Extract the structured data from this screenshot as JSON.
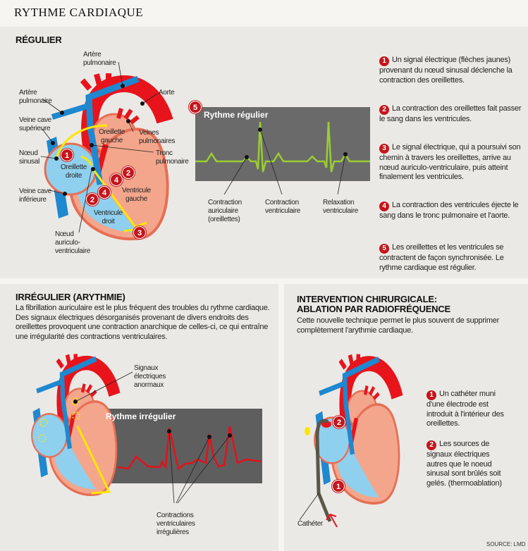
{
  "title": "RYTHME CARDIAQUE",
  "regular": {
    "heading": "RÉGULIER",
    "labels": {
      "artere_pulmonaire_top": "Artère\npulmonaire",
      "artere_pulmonaire_left": "Artère\npulmonaire",
      "aorte": "Aorte",
      "veine_cave_sup": "Veine cave\nsupérieure",
      "oreillette_gauche": "Oreillette\ngauche",
      "veines_pulmonaires": "Veines\npulmonaires",
      "tronc_pulmonaire": "Tronc\npulmonaire",
      "noeud_sinusal": "Nœud\nsinusal",
      "oreillette_droite": "Oreillette\ndroite",
      "veine_cave_inf": "Veine cave\ninférieure",
      "ventricule_gauche": "Ventricule\ngauche",
      "ventricule_droit": "Ventricule\ndroit",
      "noeud_av": "Nœud\nauriculo-\nventriculaire"
    },
    "ecg": {
      "badge": "5",
      "title": "Rythme régulier",
      "color": "#9acd32",
      "labels": [
        "Contraction\nauriculaire\n(oreillettes)",
        "Contraction\nventriculaire",
        "Relaxation\nventriculaire"
      ]
    },
    "steps": [
      {
        "num": "1",
        "text": "Un signal électrique (flèches jaunes) provenant du nœud sinusal déclenche la contraction des oreillettes."
      },
      {
        "num": "2",
        "text": "La contraction des oreillettes fait passer le sang dans les ventricules."
      },
      {
        "num": "3",
        "text": "Le signal électrique, qui a poursuivi son chemin à travers les oreillettes, arrive au nœud auriculo-ventriculaire, puis atteint finalement les ventricules."
      },
      {
        "num": "4",
        "text": "La contraction des ventricules éjecte le sang dans le tronc pulmonaire et l'aorte."
      },
      {
        "num": "5",
        "text": "Les oreillettes et les ventricules se contractent de façon synchronisée. Le rythme cardiaque est régulier."
      }
    ],
    "badges": [
      "1",
      "2",
      "4",
      "2",
      "4",
      "3"
    ]
  },
  "irregular": {
    "heading": "IRRÉGULIER (ARYTHMIE)",
    "text": "La fibrillation auriculaire est le plus fréquent des troubles du rythme cardiaque. Des signaux électriques désorganisés provenant de divers endroits des oreillettes provoquent une contraction anarchique de celles-ci, ce qui entraîne une irrégularité des contractions ventriculaires.",
    "signals_label": "Signaux\nélectriques\nanormaux",
    "ecg": {
      "title": "Rythme irrégulier",
      "color": "#e3121b"
    },
    "contractions_label": "Contractions\nventriculaires\nirrégulières"
  },
  "surgery": {
    "heading": "INTERVENTION CHIRURGICALE:\nABLATION PAR RADIOFRÉQUENCE",
    "text": "Cette nouvelle technique permet le plus souvent de supprimer complètement l'arythmie cardiaque.",
    "catheter_label": "Cathéter",
    "steps": [
      {
        "num": "1",
        "text": "Un cathéter muni d'une électrode est introduit à l'intérieur des oreillettes."
      },
      {
        "num": "2",
        "text": "Les sources de signaux électriques autres que le noeud sinusal sont brûlés soit gelés. (thermoablation)"
      }
    ]
  },
  "source": "SOURCE: LMD",
  "colors": {
    "badge": "#c4161c",
    "artery": "#e8141c",
    "vein": "#1e88d0",
    "tissue": "#f3a68c",
    "blue_chamber": "#8fd0ee",
    "signal": "#ffe600"
  }
}
